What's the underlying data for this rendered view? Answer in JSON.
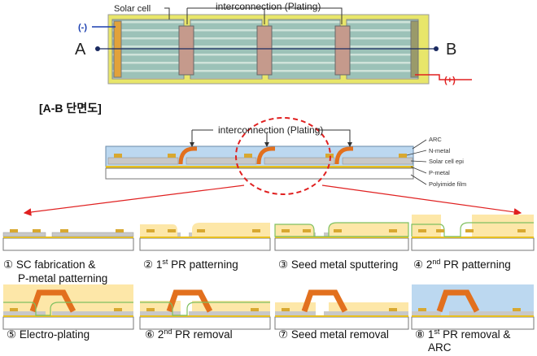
{
  "top_view": {
    "solar_cell_label": "Solar cell",
    "interconnection_label": "interconnection (Plating)",
    "neg_label": "(-)",
    "pos_label": "(+)",
    "point_a": "A",
    "point_b": "B"
  },
  "section_title": "[A-B 단면도]",
  "cross_section": {
    "interconnection_label": "interconnection (Plating)",
    "layers": [
      "ARC",
      "N-metal",
      "Solar cell epi",
      "P-metal",
      "Polyimide film"
    ]
  },
  "steps": [
    {
      "num": "①",
      "title_lines": [
        "SC fabrication &",
        "P-metal patterning"
      ]
    },
    {
      "num": "②",
      "pre": "1",
      "sup": "st",
      "post": " PR patterning"
    },
    {
      "num": "③",
      "title_lines": [
        "Seed metal sputtering"
      ]
    },
    {
      "num": "④",
      "pre": "2",
      "sup": "nd",
      "post": " PR patterning"
    },
    {
      "num": "⑤",
      "title_lines": [
        "Electro-plating"
      ]
    },
    {
      "num": "⑥",
      "pre": "2",
      "sup": "nd",
      "post": " PR removal"
    },
    {
      "num": "⑦",
      "title_lines": [
        "Seed metal removal"
      ]
    },
    {
      "num": "⑧",
      "pre": "1",
      "sup": "st",
      "post": " PR removal &",
      "line2": "ARC"
    }
  ],
  "colors": {
    "frame_yellow": "#e8e66a",
    "cell_fill": "#9cc2b8",
    "cell_stripe": "#c9e0d6",
    "interconnect": "#c59a8c",
    "plating": "#e2701e",
    "pr_yellow": "#fde7a8",
    "arc_blue": "#bcd8f0",
    "seed_green": "#7fc060",
    "red": "#e02020",
    "blue": "#1a3fb0"
  }
}
